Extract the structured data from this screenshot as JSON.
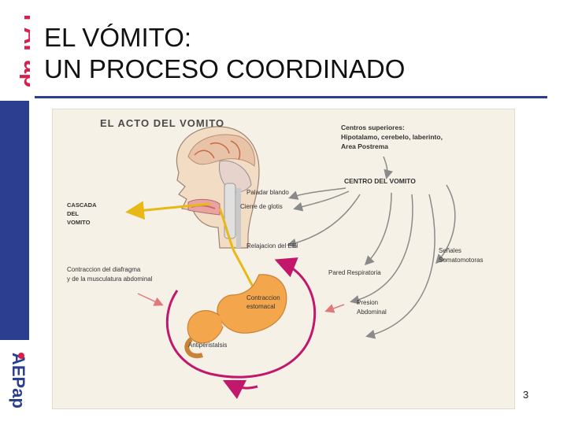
{
  "slide": {
    "title_line1": "EL VÓMITO:",
    "title_line2": "UN PROCESO COORDINADO",
    "page_number": "3",
    "accent_color": "#2b3e8f",
    "logo_color": "#d81e4a"
  },
  "logos": {
    "top": "FAPap",
    "bottom": "AEPap"
  },
  "figure": {
    "heading": "EL ACTO DEL VOMITO",
    "centros_title": "Centros superiores:",
    "centros_line2": "Hipotalamo, cerebelo, laberinto,",
    "centros_line3": "Area Postrema",
    "centro_vomito": "CENTRO DEL VOMITO",
    "cascada_1": "CASCADA",
    "cascada_2": "DEL",
    "cascada_3": "VOMITO",
    "paladar": "Paladar blando",
    "glotis": "Cierre de glotis",
    "eei": "Relajacion del EEI",
    "senales_1": "Señales",
    "senales_2": "Somatomotoras",
    "diafragma_1": "Contraccion del diafragma",
    "diafragma_2": "y de la musculatura abdominal",
    "pared": "Pared Respiratoria",
    "contraccion_1": "Contraccion",
    "contraccion_2": "estomacal",
    "presion_1": "Presion",
    "presion_2": "Abdominal",
    "antiperistalsis": "Antiperistalsis"
  }
}
